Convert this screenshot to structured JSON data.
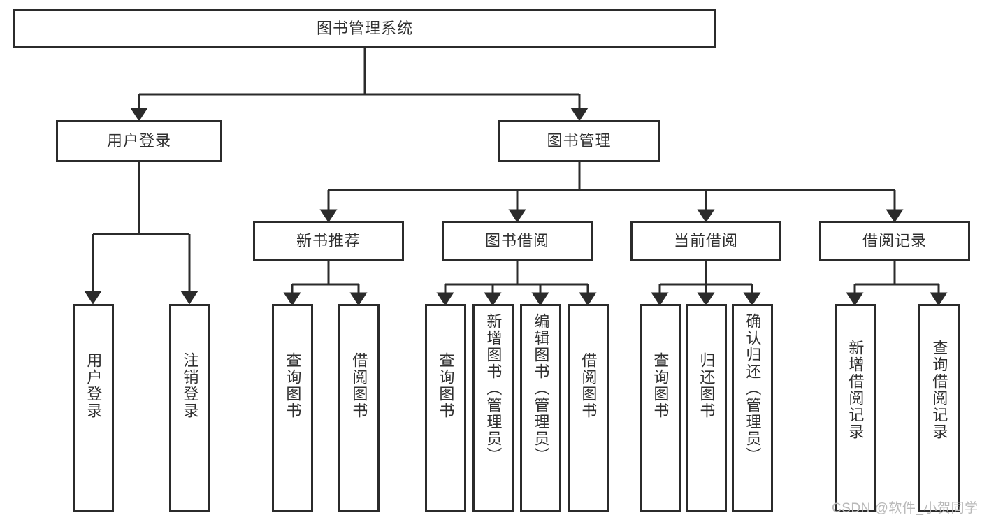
{
  "diagram": {
    "title_node": {
      "label": "图书管理系统"
    },
    "level2": [
      {
        "id": "user-login",
        "label": "用户登录"
      },
      {
        "id": "book-manage",
        "label": "图书管理"
      }
    ],
    "level3": [
      {
        "id": "new-book-recommend",
        "label": "新书推荐"
      },
      {
        "id": "book-borrow",
        "label": "图书借阅"
      },
      {
        "id": "current-borrow",
        "label": "当前借阅"
      },
      {
        "id": "borrow-record",
        "label": "借阅记录"
      }
    ],
    "leaves": {
      "user_login": [
        {
          "id": "leaf-user-login",
          "label": "用户登录"
        },
        {
          "id": "leaf-logout-login",
          "label": "注销登录"
        }
      ],
      "new_book_recommend": [
        {
          "id": "leaf-query-book-1",
          "label": "查询图书"
        },
        {
          "id": "leaf-borrow-book-1",
          "label": "借阅图书"
        }
      ],
      "book_borrow": [
        {
          "id": "leaf-query-book-2",
          "label": "查询图书"
        },
        {
          "id": "leaf-add-book",
          "label": "新增图书（管理员）"
        },
        {
          "id": "leaf-edit-book",
          "label": "编辑图书（管理员）"
        },
        {
          "id": "leaf-borrow-book-2",
          "label": "借阅图书"
        }
      ],
      "current_borrow": [
        {
          "id": "leaf-query-book-3",
          "label": "查询图书"
        },
        {
          "id": "leaf-return-book",
          "label": "归还图书"
        },
        {
          "id": "leaf-confirm-return",
          "label": "确认归还（管理员）"
        }
      ],
      "borrow_record": [
        {
          "id": "leaf-add-record",
          "label": "新增借阅记录"
        },
        {
          "id": "leaf-query-record",
          "label": "查询借阅记录"
        }
      ]
    },
    "colors": {
      "stroke": "#2b2b2b",
      "text": "#2f2f2f",
      "background": "#ffffff",
      "watermark": "#b9b9b9"
    }
  },
  "watermark": {
    "text": "CSDN @软件_小贺同学"
  }
}
